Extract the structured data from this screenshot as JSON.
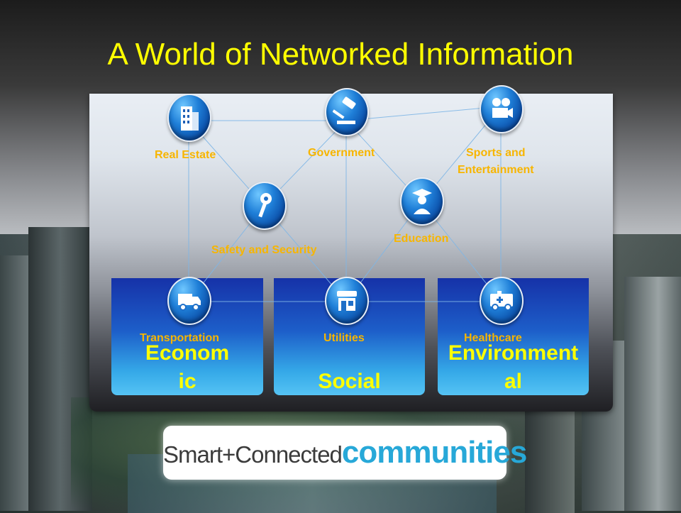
{
  "slide": {
    "title": "A World of Networked Information"
  },
  "nodes": {
    "real_estate": "Real Estate",
    "government": "Government",
    "sports_line1": "Sports and",
    "sports_line2": "Entertainment",
    "safety": "Safety and Security",
    "education": "Education",
    "transportation": "Transportation",
    "utilities": "Utilities",
    "healthcare": "Healthcare"
  },
  "boxes": {
    "economic": "Econom\nic",
    "social": "Social",
    "environmental": "Environment\nal"
  },
  "logo": {
    "part1": "Smart+Connected",
    "part2": "communities"
  },
  "colors": {
    "title": "#ffff00",
    "node_label": "#f7b500",
    "box_label": "#ffff00",
    "logo_blue": "#27a8d8"
  },
  "icons": {
    "real_estate": "building-icon",
    "government": "gavel-icon",
    "sports": "film-camera-icon",
    "safety": "key-icon",
    "education": "graduate-icon",
    "transportation": "truck-icon",
    "utilities": "storefront-icon",
    "healthcare": "ambulance-icon"
  }
}
